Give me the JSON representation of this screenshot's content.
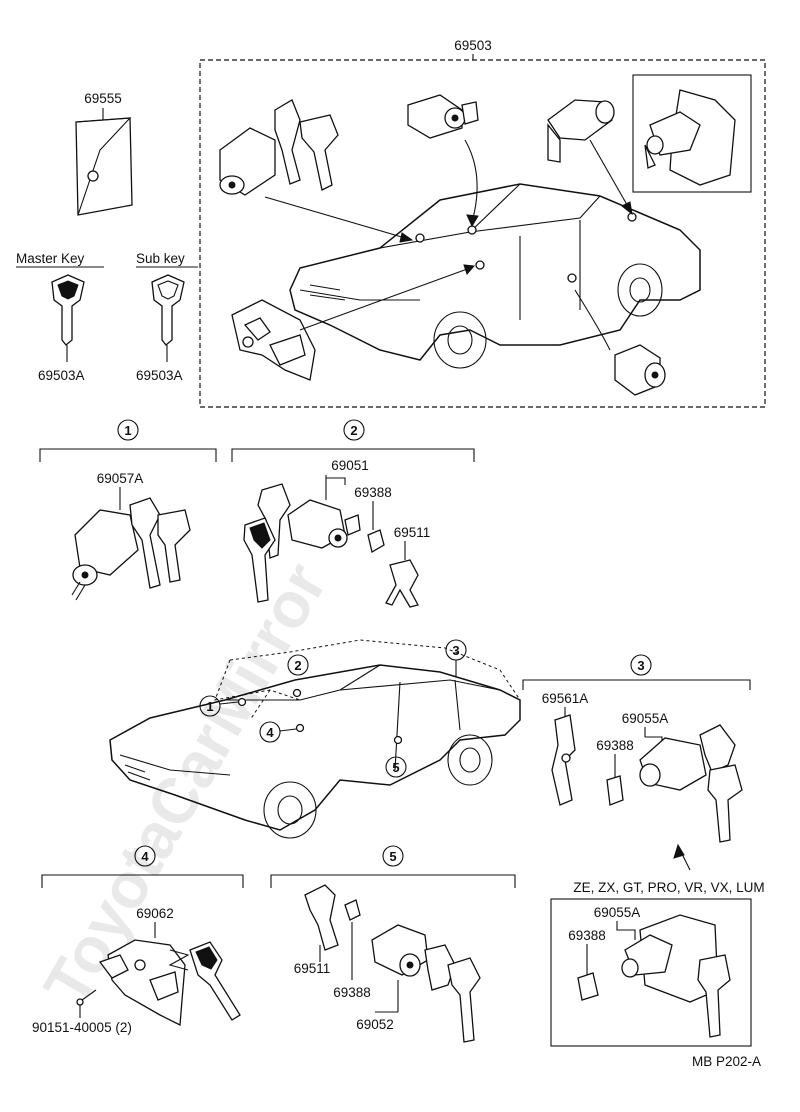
{
  "diagram": {
    "code": "MB P202-A",
    "watermark": "ToyotaCarMirror"
  },
  "labels": {
    "top_assembly": "69503",
    "key_case": "69555",
    "master_key_caption": "Master Key",
    "sub_key_caption": "Sub key",
    "master_key_part": "69503A",
    "sub_key_part": "69503A",
    "g1_cylinder": "69057A",
    "g2_cylinder": "69051",
    "g2_retainer": "69388",
    "g2_clip": "69511",
    "g3_rod": "69561A",
    "g3_cylinder": "69055A",
    "g3_retainer": "69388",
    "g3_variants": "ZE, ZX, GT, PRO, VR, VX, LUM",
    "g3b_cylinder": "69055A",
    "g3b_retainer": "69388",
    "g4_lock": "69062",
    "g4_screw": "90151-40005 (2)",
    "g5_clip": "69511",
    "g5_retainer": "69388",
    "g5_cylinder": "69052"
  },
  "callouts": {
    "g1": "1",
    "g2": "2",
    "g3": "3",
    "g3_car": "3",
    "g4": "4",
    "g5": "5",
    "car_1": "1",
    "car_2": "2",
    "car_4": "4",
    "car_5": "5"
  }
}
